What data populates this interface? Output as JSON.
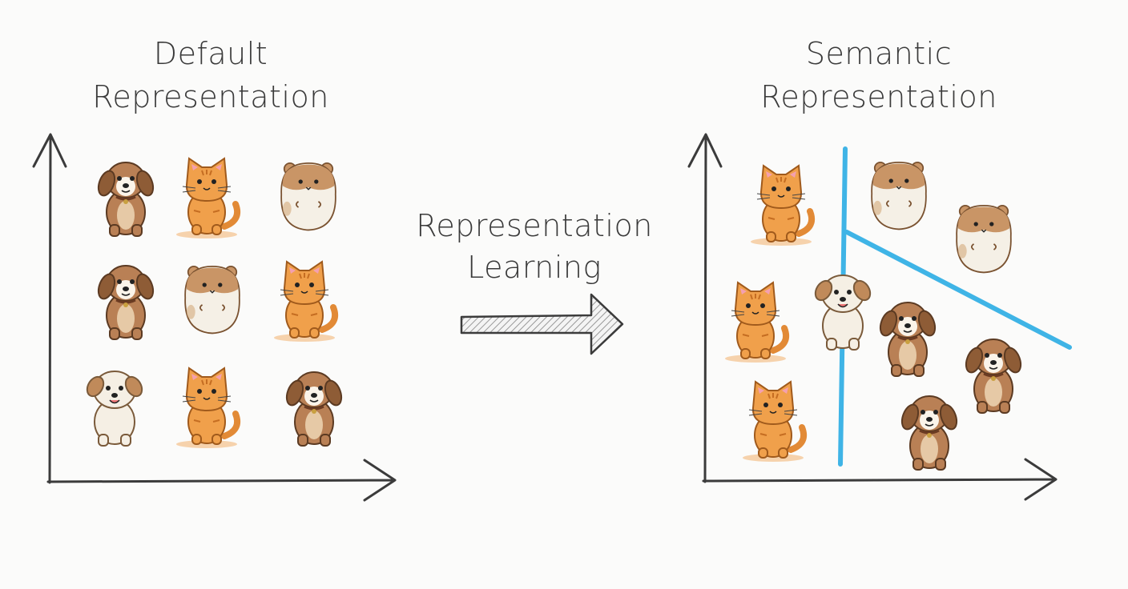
{
  "left_panel": {
    "title_line1": "Default",
    "title_line2": "Representation",
    "animals": [
      "dog",
      "cat",
      "hamster",
      "dog",
      "hamster",
      "cat",
      "white-dog",
      "cat",
      "dog"
    ]
  },
  "middle": {
    "label_line1": "Representation",
    "label_line2": "Learning"
  },
  "right_panel": {
    "title_line1": "Semantic",
    "title_line2": "Representation",
    "animals": [
      "cat",
      "hamster",
      "hamster",
      "cat",
      "white-dog",
      "dog",
      "dog",
      "cat",
      "dog"
    ]
  },
  "colors": {
    "separator": "#3fb4e6",
    "cat": "#f0a04b",
    "dog": "#b98055",
    "hamster": "#c99566",
    "belly": "#f5f0e6"
  }
}
